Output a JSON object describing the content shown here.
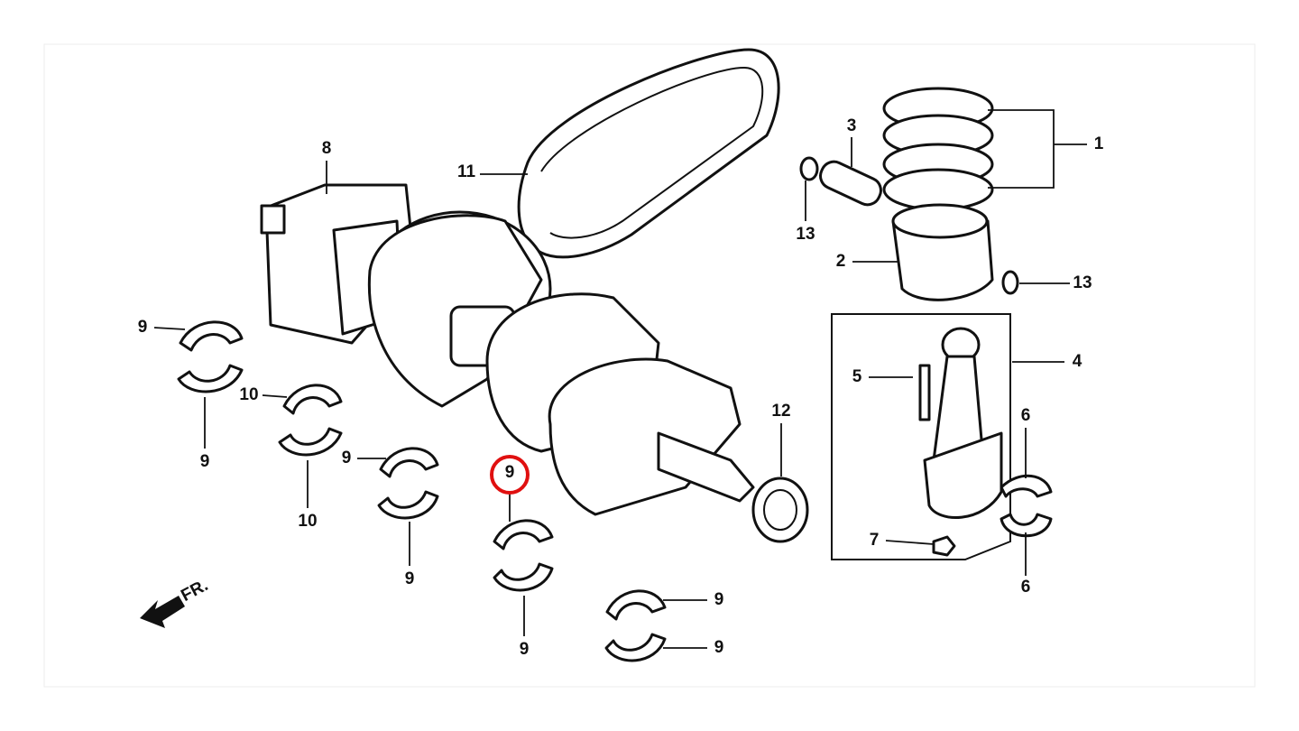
{
  "diagram": {
    "callouts": {
      "c1": "1",
      "c2": "2",
      "c3": "3",
      "c4": "4",
      "c5": "5",
      "c6a": "6",
      "c6b": "6",
      "c7": "7",
      "c8": "8",
      "c9a": "9",
      "c9b": "9",
      "c9c": "9",
      "c9d": "9",
      "c9e": "9",
      "c9f": "9",
      "c9g": "9",
      "c9h": "9",
      "c10a": "10",
      "c10b": "10",
      "c11": "11",
      "c12": "12",
      "c13a": "13",
      "c13b": "13"
    },
    "front_arrow_label": "FR.",
    "highlight_color": "#e01010"
  }
}
